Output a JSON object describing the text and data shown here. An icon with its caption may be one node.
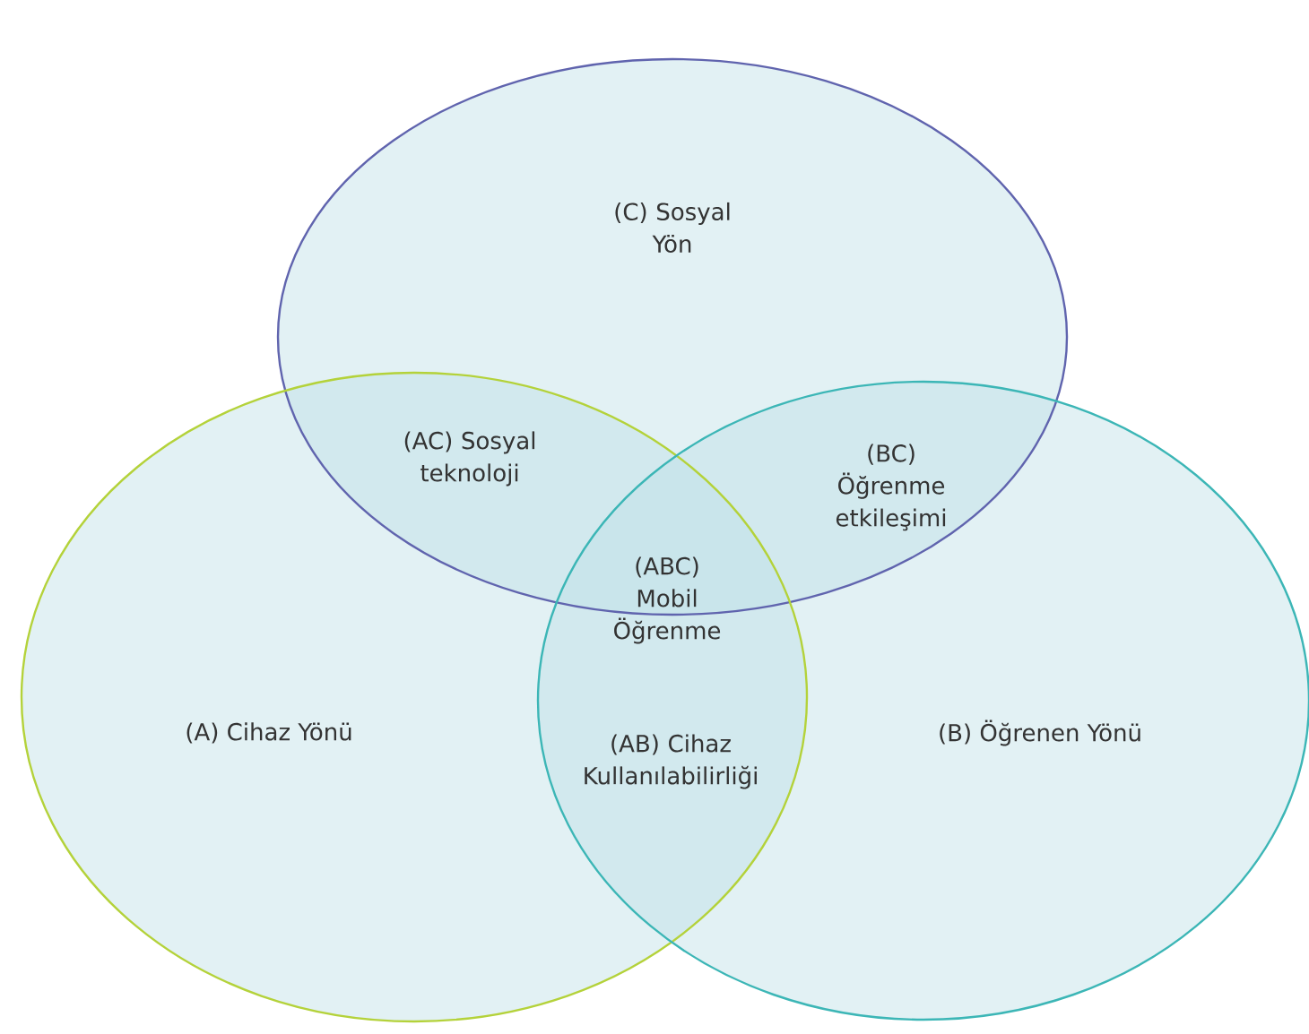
{
  "diagram": {
    "nodes": [
      {
        "text": [
          "(C) Sosyal Yön"
        ]
      },
      {
        "text": [
          "(A) Cihaz Yönü"
        ]
      },
      {
        "text": [
          "(B) Öğrenen Yönü"
        ]
      }
    ],
    "labels": [
      "(AC) Sosyal teknoloji",
      "(BC) Öğrenme etkileşimi",
      "(ABC) Mobil Öğrenme",
      "(AB) Cihaz Kullanılabilirliği"
    ]
  }
}
